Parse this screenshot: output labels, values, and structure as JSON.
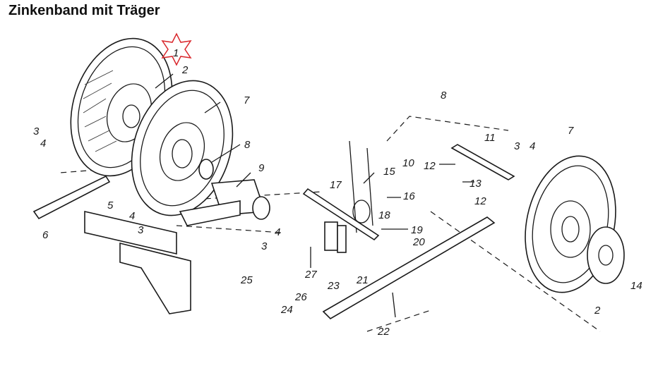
{
  "page": {
    "title": "Zinkenband mit Träger"
  },
  "diagram": {
    "marker_color": "#d9262b",
    "labels": [
      "1",
      "2",
      "3",
      "4",
      "5",
      "6",
      "7",
      "8",
      "9",
      "10",
      "11",
      "12",
      "13",
      "14",
      "15",
      "16",
      "17",
      "18",
      "19",
      "20",
      "21",
      "22",
      "23",
      "24",
      "25",
      "26",
      "27"
    ]
  }
}
